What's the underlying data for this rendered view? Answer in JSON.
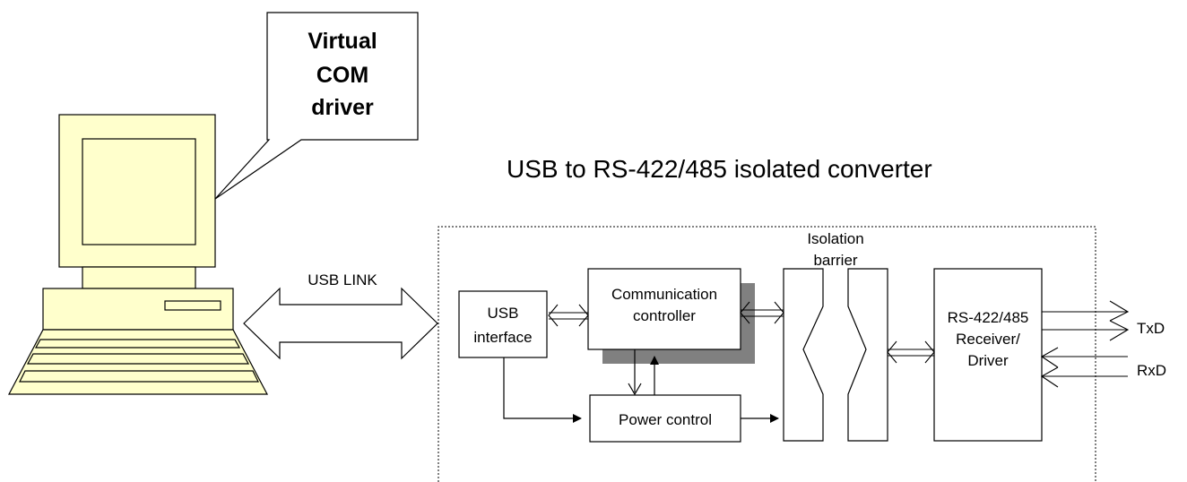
{
  "callout": {
    "line1": "Virtual",
    "line2": "COM",
    "line3": "driver"
  },
  "title": "USB to RS-422/485 isolated converter",
  "usb_link_label": "USB LINK",
  "blocks": {
    "usb_interface": {
      "line1": "USB",
      "line2": "interface"
    },
    "communication_controller": {
      "line1": "Communication",
      "line2": "controller"
    },
    "power_control": {
      "label": "Power control"
    },
    "isolation_barrier": {
      "line1": "Isolation",
      "line2": "barrier"
    },
    "transceiver": {
      "line1": "RS-422/485",
      "line2": "Receiver/",
      "line3": "Driver"
    }
  },
  "signals": {
    "txd": "TxD",
    "rxd": "RxD"
  },
  "colors": {
    "computer_fill": "#ffffcc",
    "shadow": "#808080",
    "line": "#000000",
    "background": "#ffffff"
  }
}
